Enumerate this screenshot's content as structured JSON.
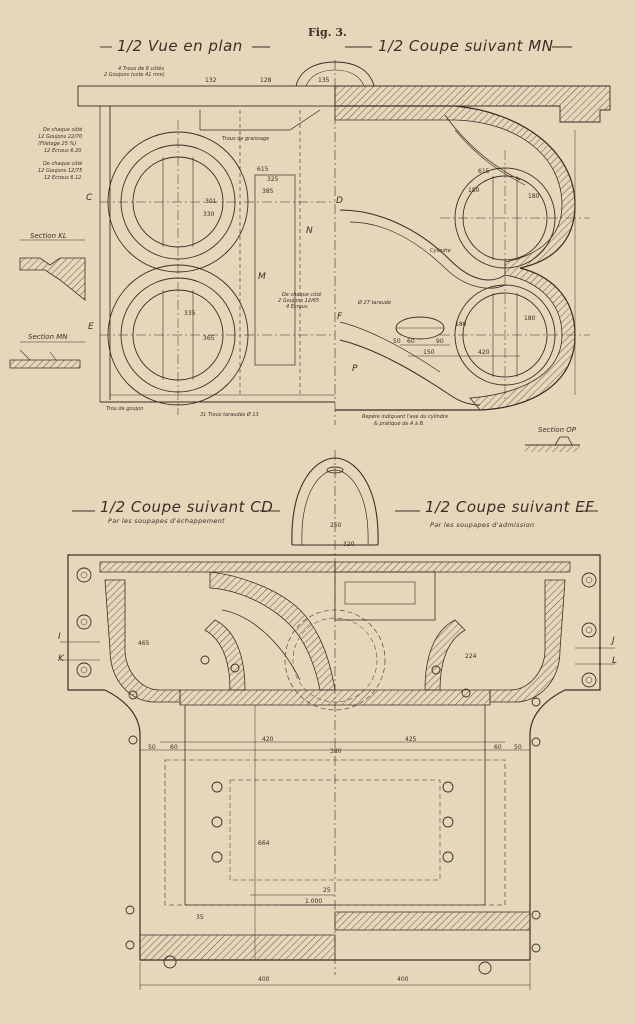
{
  "figure": {
    "label": "Fig. 3."
  },
  "titles": {
    "plan": "1/2 Vue en plan",
    "section_mn": "1/2 Coupe suivant MN",
    "section_cd": "1/2 Coupe suivant CD",
    "section_cd_sub": "Par les soupapes d'échappement",
    "section_ef": "1/2 Coupe suivant EF",
    "section_ef_sub": "Par les soupapes d'admission"
  },
  "callouts": {
    "top_left_1": "4 Trous de 6 côtés",
    "top_left_2": "2 Goujons (cote 41 mm)",
    "left_a_1": "De chaque côté",
    "left_a_2": "12 Goujons 22/70",
    "left_a_3": "(Filetage 25 %)",
    "left_a_4": "12 Ecrous 6.20",
    "left_b_1": "De chaque côté",
    "left_b_2": "12 Goujons 12/75",
    "left_b_3": "12 Ecrous 6.12",
    "center_top": "Trous de graissage",
    "middle_1": "De chaque côté",
    "middle_2": "2 Goujons 12/65",
    "middle_3": "4 Ecrous",
    "tapered": "Ø 27 taraudé",
    "cylinder": "Cylindre",
    "bottom_holes": "31 Trous taraudés Ø 13",
    "bottom_left": "Trou de goujon",
    "marker_1": "Repère indiquant l'axe du cylindre",
    "marker_2": "& pratiqué de A à B."
  },
  "sections": {
    "kl": "Section KL",
    "mn": "Section MN",
    "op": "Section OP"
  },
  "letters": {
    "c": "C",
    "d": "D",
    "e": "E",
    "f": "F",
    "i": "I",
    "j": "J",
    "k": "K",
    "l": "L",
    "m": "M",
    "n": "N",
    "p": "P"
  },
  "dimensions": {
    "d_132": "132",
    "d_128": "128",
    "d_135": "135",
    "d_615a": "615",
    "d_325": "325",
    "d_385": "385",
    "d_301": "301",
    "d_330": "330",
    "d_180a": "180",
    "d_180b": "180",
    "d_180c": "180",
    "d_180d": "180",
    "d_615b": "615",
    "d_60": "60",
    "d_50": "50",
    "d_90": "90",
    "d_150": "150",
    "d_420a": "420",
    "d_335": "335",
    "d_365": "365",
    "d_250": "250",
    "d_320": "320",
    "d_420b": "420",
    "d_380": "380",
    "d_425": "425",
    "d_664": "664",
    "d_1000": "1.000",
    "d_400a": "400",
    "d_400b": "400",
    "d_50b": "50",
    "d_60b": "60",
    "d_50c": "50",
    "d_60c": "60",
    "d_224": "224",
    "d_465": "465",
    "d_25": "25",
    "d_35": "35"
  },
  "colors": {
    "paper": "#e8d6ba",
    "ink": "#3a2f26",
    "hatch": "#6a5a4a"
  }
}
